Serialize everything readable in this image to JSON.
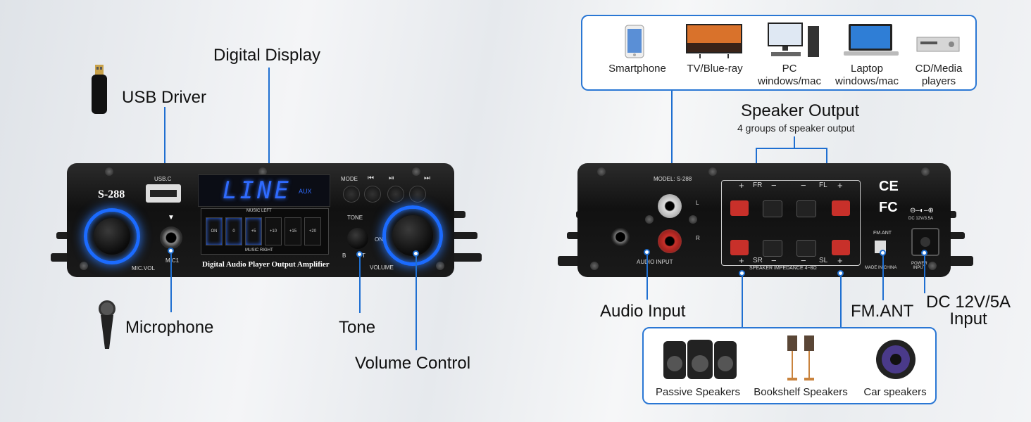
{
  "left_device": {
    "model": "S-288",
    "usb_label": "USB.C",
    "mic_vol_label": "MIC.VOL",
    "mic1_label": "MIC1",
    "display_text": "LINE",
    "display_aux": "AUX",
    "music_left": "MUSIC LEFT",
    "music_right": "MUSIC RIGHT",
    "eq_labels": [
      "ON",
      "0",
      "+5",
      "+10",
      "+15",
      "+20"
    ],
    "footer_text": "Digital Audio Player Output Amplifier",
    "mode_label": "MODE",
    "prev_icon": "⏮",
    "play_icon": "⏯",
    "next_icon": "⏭",
    "tone_label": "TONE",
    "tone_b": "B",
    "tone_t": "T",
    "on_label": "ON",
    "volume_label": "VOLUME"
  },
  "left_callouts": {
    "digital_display": "Digital Display",
    "usb_driver": "USB Driver",
    "microphone": "Microphone",
    "tone": "Tone",
    "volume_control": "Volume Control"
  },
  "input_sources": [
    {
      "label": "Smartphone",
      "icon": "smartphone-icon"
    },
    {
      "label": "TV/Blue-ray",
      "icon": "tv-icon"
    },
    {
      "label": "PC\nwindows/mac",
      "icon": "pc-icon"
    },
    {
      "label": "Laptop\nwindows/mac",
      "icon": "laptop-icon"
    },
    {
      "label": "CD/Media\nplayers",
      "icon": "cd-player-icon"
    }
  ],
  "right_device": {
    "model": "MODEL: S-288",
    "audio_input": "AUDIO INPUT",
    "l": "L",
    "r": "R",
    "fr": "FR",
    "fl": "FL",
    "sr": "SR",
    "sl": "SL",
    "plus": "+",
    "minus": "−",
    "impedance": "SPEAKER IMPEDANCE 4~8Ω",
    "fm_ant": "FM.ANT",
    "made_in": "MADE IN CHINA",
    "dc_label": "DC 12V/3.5A",
    "power_input": "POWER\nINPUT",
    "ce": "CE",
    "fc": "FC"
  },
  "right_callouts": {
    "speaker_output": "Speaker Output",
    "speaker_output_sub": "4 groups of speaker output",
    "audio_input": "Audio Input",
    "fm_ant": "FM.ANT",
    "dc": "DC 12V/5A\nInput"
  },
  "speakers": [
    {
      "label": "Passive Speakers",
      "icon": "passive-speakers-icon"
    },
    {
      "label": "Bookshelf Speakers",
      "icon": "bookshelf-speakers-icon"
    },
    {
      "label": "Car speakers",
      "icon": "car-speaker-icon"
    }
  ],
  "colors": {
    "accent": "#2a77d4",
    "glow": "#1b6bff",
    "display": "#2f6bff"
  }
}
